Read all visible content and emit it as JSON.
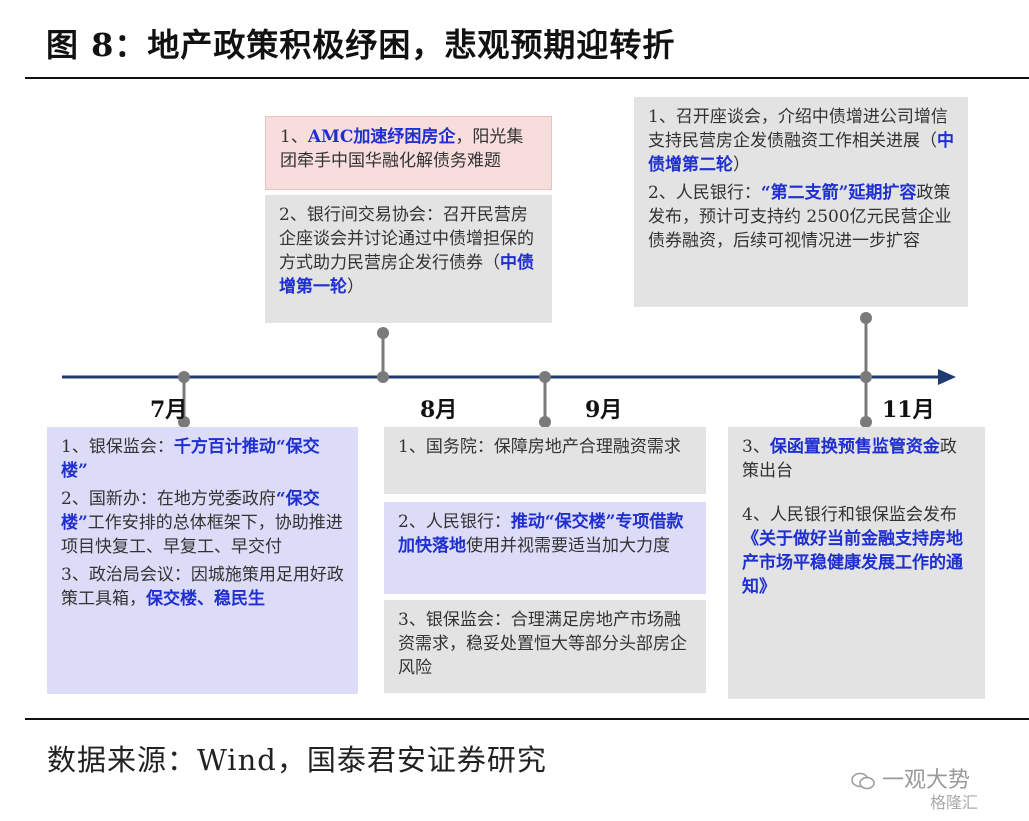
{
  "figure": {
    "title": "图 8：地产政策积极纾困，悲观预期迎转折",
    "source": "数据来源：Wind，国泰君安证券研究"
  },
  "watermark": {
    "line1": "一观大势",
    "line2": "格隆汇"
  },
  "timeline": {
    "months": [
      "7月",
      "8月",
      "9月",
      "11月"
    ]
  },
  "boxes": {
    "aug_top_1": {
      "segments": [
        {
          "t": "1、",
          "hl": false
        },
        {
          "t": "AMC加速纾困房企",
          "hl": true
        },
        {
          "t": "，阳光集团牵手中国华融化解债务难题",
          "hl": false
        }
      ]
    },
    "aug_top_2": {
      "segments": [
        {
          "t": "2、银行间交易协会：召开民营房企座谈会并讨论通过中债增担保的方式助力民营房企发行债券（",
          "hl": false
        },
        {
          "t": "中债增第一轮",
          "hl": true
        },
        {
          "t": "）",
          "hl": false
        }
      ]
    },
    "nov_top_1": {
      "segments": [
        {
          "t": "1、召开座谈会，介绍中债增进公司增信支持民营房企发债融资工作相关进展（",
          "hl": false
        },
        {
          "t": "中债增第二轮",
          "hl": true
        },
        {
          "t": "）",
          "hl": false
        }
      ]
    },
    "nov_top_2": {
      "segments": [
        {
          "t": "2、人民银行：",
          "hl": false
        },
        {
          "t": "“第二支箭”延期扩容",
          "hl": true
        },
        {
          "t": "政策发布，预计可支持约 2500亿元民营企业债券融资，后续可视情况进一步扩容",
          "hl": false
        }
      ]
    },
    "jul_1": {
      "segments": [
        {
          "t": "1、银保监会：",
          "hl": false
        },
        {
          "t": "千方百计推动“保交楼”",
          "hl": true
        }
      ]
    },
    "jul_2": {
      "segments": [
        {
          "t": "2、国新办：在地方党委政府",
          "hl": false
        },
        {
          "t": "“保交楼”",
          "hl": true
        },
        {
          "t": "工作安排的总体框架下，协助推进项目快复工、早复工、早交付",
          "hl": false
        }
      ]
    },
    "jul_3": {
      "segments": [
        {
          "t": "3、政治局会议：因城施策用足用好政策工具箱，",
          "hl": false
        },
        {
          "t": "保交楼、稳民生",
          "hl": true
        }
      ]
    },
    "sep_1": {
      "segments": [
        {
          "t": "1、国务院：保障房地产合理融资需求",
          "hl": false
        }
      ]
    },
    "sep_2": {
      "segments": [
        {
          "t": "2、人民银行：",
          "hl": false
        },
        {
          "t": "推动“保交楼”专项借款加快落地",
          "hl": true
        },
        {
          "t": "使用并视需要适当加大力度",
          "hl": false
        }
      ]
    },
    "sep_3": {
      "segments": [
        {
          "t": "3、银保监会：合理满足房地产市场融资需求，稳妥处置恒大等部分头部房企风险",
          "hl": false
        }
      ]
    },
    "nov_bot_3": {
      "segments": [
        {
          "t": "3、",
          "hl": false
        },
        {
          "t": "保函置换预售监管资金",
          "hl": true
        },
        {
          "t": "政策出台",
          "hl": false
        }
      ]
    },
    "nov_bot_4": {
      "segments": [
        {
          "t": "4、人民银行和银保监会发布",
          "hl": false
        },
        {
          "t": "《关于做好当前金融支持房地产市场平稳健康发展工作的通知》",
          "hl": true
        }
      ]
    }
  },
  "colors": {
    "axis": "#1f3a6e",
    "connector": "#7a7a7a",
    "highlight": "#1f2fd0",
    "grey_box": "#e3e3e3",
    "pink_box": "#f7dedd",
    "lavender_box": "#dcdcf8"
  }
}
